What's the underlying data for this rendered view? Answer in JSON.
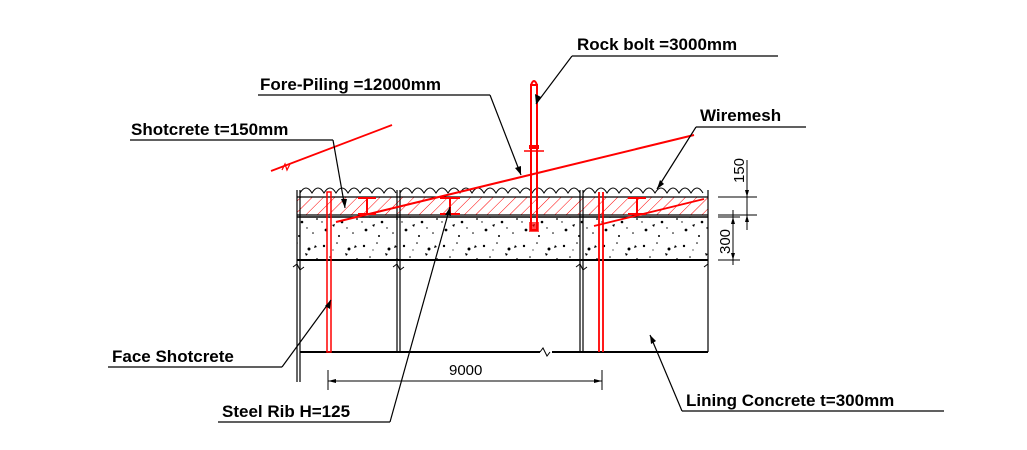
{
  "labels": {
    "rock_bolt": "Rock bolt =3000mm",
    "fore_piling": "Fore-Piling =12000mm",
    "shotcrete": "Shotcrete t=150mm",
    "wiremesh": "Wiremesh",
    "face_shotcrete": "Face Shotcrete",
    "steel_rib": "Steel Rib H=125",
    "lining_concrete": "Lining Concrete t=300mm"
  },
  "dimensions": {
    "shotcrete_thickness": "150",
    "lining_thickness": "300",
    "spacing": "9000"
  },
  "colors": {
    "line": "#000000",
    "support": "#ff0000",
    "hatch": "#ff0000"
  }
}
